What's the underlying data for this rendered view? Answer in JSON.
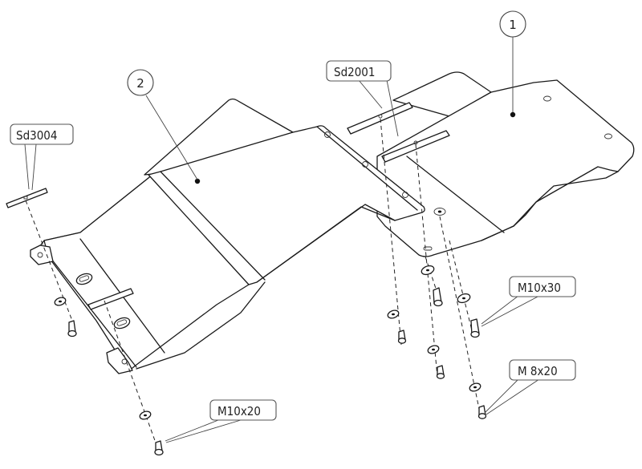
{
  "diagram": {
    "title": "Skid plate exploded assembly",
    "parts": [
      {
        "id": "part-1",
        "balloon": "1"
      },
      {
        "id": "part-2",
        "balloon": "2"
      }
    ],
    "callouts": {
      "sd2001": "Sd2001",
      "sd3004": "Sd3004",
      "m10x30": "M10x30",
      "m8x20": "M 8x20",
      "m10x20": "M10x20"
    },
    "colors": {
      "line": "#1a1a1a",
      "background": "#ffffff"
    }
  }
}
